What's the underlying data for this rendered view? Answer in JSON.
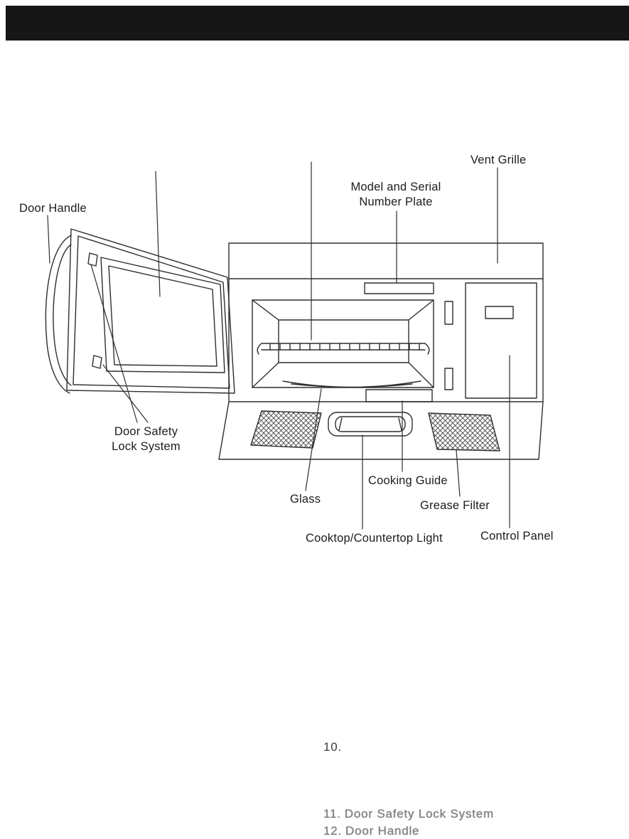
{
  "header": {
    "bar_color": "#161616"
  },
  "diagram": {
    "line_color": "#2e2e2e",
    "labels": {
      "vent_grille": "Vent Grille",
      "model_serial_line1": "Model and Serial",
      "model_serial_line2": "Number Plate",
      "door_handle": "Door Handle",
      "door_safety_line1": "Door Safety",
      "door_safety_line2": "Lock System",
      "glass": "Glass",
      "cooking_guide": "Cooking Guide",
      "grease_filter": "Grease Filter",
      "cooktop_light": "Cooktop/Countertop Light",
      "control_panel": "Control Panel"
    }
  },
  "list": {
    "items": [
      {
        "number": "10.",
        "label": ""
      },
      {
        "number": "11.",
        "label": "Door Safety Lock System"
      },
      {
        "number": "12.",
        "label": "Door Handle"
      }
    ]
  }
}
